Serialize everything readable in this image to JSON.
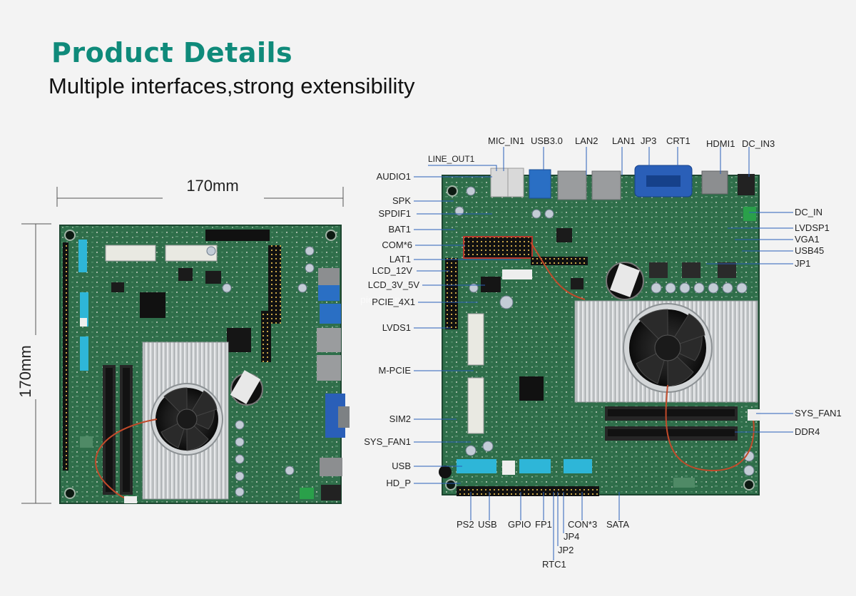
{
  "header": {
    "title": "Product Details",
    "subtitle": "Multiple interfaces,strong extensibility"
  },
  "dimensions": {
    "width": "170mm",
    "height": "170mm"
  },
  "watermark": "piesia.en",
  "labels": {
    "top": {
      "line_out1": "LINE_OUT1",
      "mic_in1": "MIC_IN1",
      "usb30": "USB3.0",
      "lan2": "LAN2",
      "lan1": "LAN1",
      "jp3": "JP3",
      "crt1": "CRT1",
      "hdmi1": "HDMI1",
      "dc_in3": "DC_IN3"
    },
    "left": {
      "audio1": "AUDIO1",
      "spk": "SPK",
      "spdif1": "SPDIF1",
      "bat1": "BAT1",
      "com6": "COM*6",
      "lat1": "LAT1",
      "lcd_12v": "LCD_12V",
      "lcd_3v_5v": "LCD_3V_5V",
      "pcie_4x1": "PCIE_4X1",
      "lvds1": "LVDS1",
      "m_pcie": "M-PCIE",
      "sim2": "SIM2",
      "sys_fan1_left": "SYS_FAN1",
      "usb": "USB",
      "hd_p": "HD_P"
    },
    "right": {
      "dc_in": "DC_IN",
      "lvdsp1": "LVDSP1",
      "vga1": "VGA1",
      "usb45": "USB45",
      "jp1": "JP1",
      "sys_fan1_right": "SYS_FAN1",
      "ddr4": "DDR4"
    },
    "bottom": {
      "ps2": "PS2",
      "usb": "USB",
      "gpio": "GPIO",
      "fp1": "FP1",
      "con3": "CON*3",
      "sata": "SATA",
      "jp4": "JP4",
      "jp2": "JP2",
      "rtc1": "RTC1"
    }
  },
  "colors": {
    "title": "#0f8a7a",
    "pcb": "#2f6e4a",
    "pcb_dark": "#234f37",
    "heatsink": "#c9ccce",
    "port_blue": "#2a6fc4",
    "sata_cyan": "#2eb6d8",
    "header_red": "#b8392f"
  }
}
